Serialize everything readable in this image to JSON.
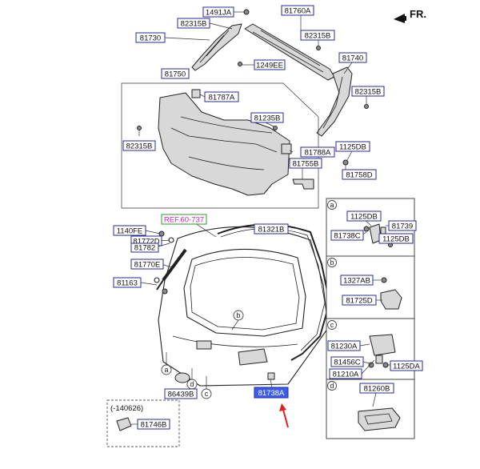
{
  "orientation": {
    "label": "FR."
  },
  "reference": {
    "label": "REF.60-737"
  },
  "labels": {
    "p1491JA": "1491JA",
    "p81760A": "81760A",
    "p82315B_1": "82315B",
    "p81730": "81730",
    "p82315B_2": "82315B",
    "p1249EE": "1249EE",
    "p81740": "81740",
    "p81750": "81750",
    "p82315B_3": "82315B",
    "p81787A": "81787A",
    "p81235B": "81235B",
    "p82315B_4": "82315B",
    "p81788A": "81788A",
    "p1125DB_1": "1125DB",
    "p81755B": "81755B",
    "p81758D": "81758D",
    "p1140FE": "1140FE",
    "p81772D": "81772D",
    "p81782": "81782",
    "p81770E": "81770E",
    "p81163": "81163",
    "p81321B": "81321B",
    "p86439B": "86439B",
    "p81738A_main": "81738A",
    "p81746B": "81746B",
    "p1125DB_2": "1125DB",
    "p81739": "81739",
    "p81738C": "81738C",
    "p1125DB_3": "1125DB",
    "p1327AB": "1327AB",
    "p81725D": "81725D",
    "p81230A": "81230A",
    "p81456C": "81456C",
    "p1125DA": "1125DA",
    "p81210A": "81210A",
    "p81260B": "81260B"
  },
  "callouts": {
    "a": "a",
    "b": "b",
    "c": "c",
    "d": "d"
  },
  "inset_panels": {
    "a": "a",
    "b": "b",
    "c": "c",
    "d": "d"
  },
  "variant": {
    "label": "(-140626)"
  },
  "highlight_color": "#3d5df0",
  "arrow_color": "#e02020"
}
